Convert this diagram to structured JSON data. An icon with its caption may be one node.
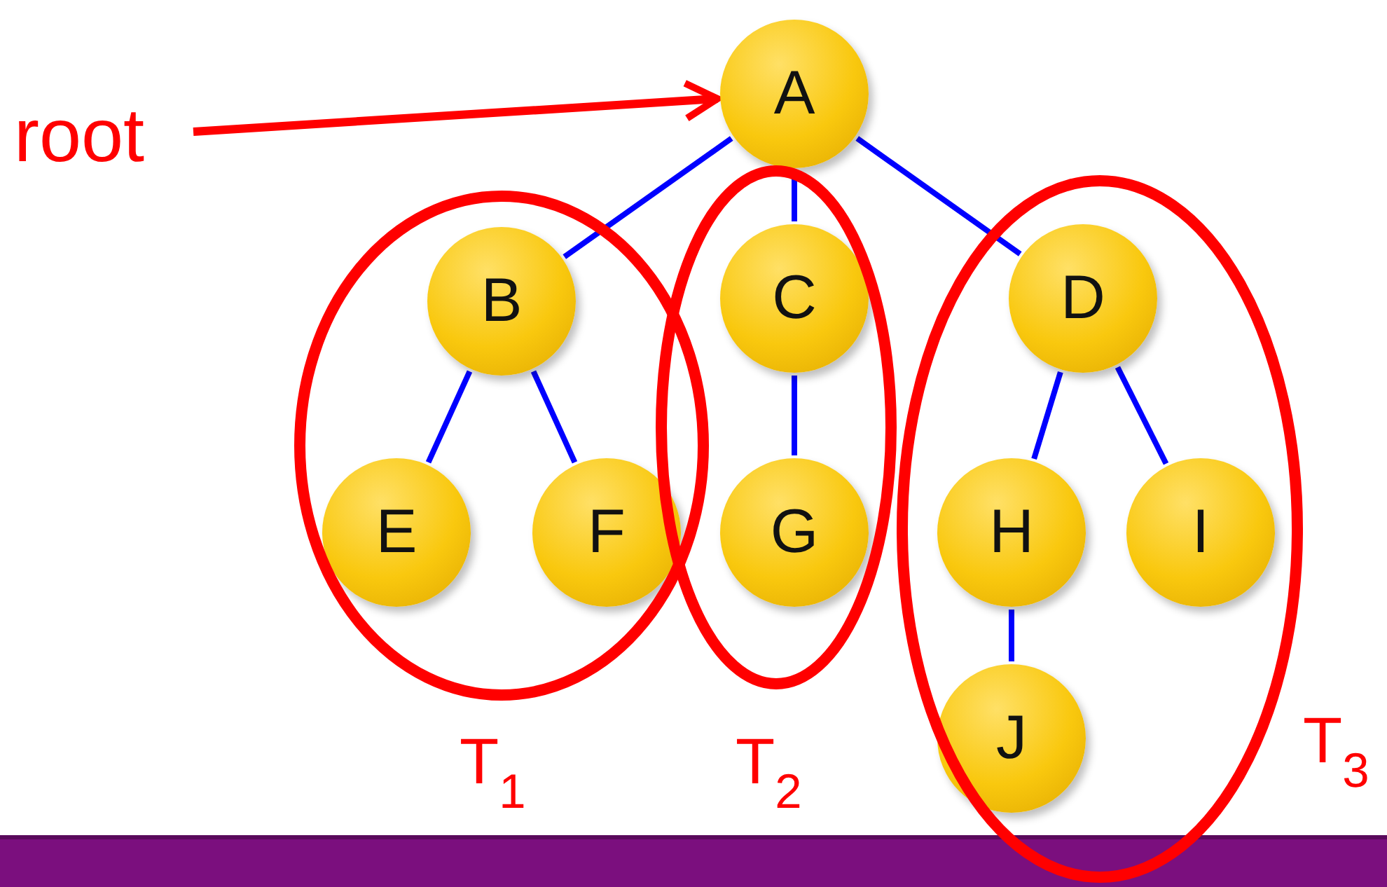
{
  "diagram": {
    "nodes": [
      {
        "text": [
          "root"
        ]
      },
      {
        "text": [
          "A"
        ]
      },
      {
        "text": [
          "T$_{1}$"
        ]
      },
      {
        "text": [
          "B"
        ],
        "in": 2
      },
      {
        "text": [
          "E"
        ],
        "in": 2
      },
      {
        "text": [
          "F"
        ],
        "in": 2
      },
      {
        "text": [
          "T$_{2}$"
        ]
      },
      {
        "text": [
          "C"
        ],
        "in": 6
      },
      {
        "text": [
          "G"
        ],
        "in": 6
      },
      {
        "text": [
          "T$_{3}$"
        ]
      },
      {
        "text": [
          "D"
        ],
        "in": 9
      },
      {
        "text": [
          "H"
        ],
        "in": 9
      },
      {
        "text": [
          "I"
        ],
        "in": 9
      },
      {
        "text": [
          "J"
        ],
        "in": 9
      }
    ],
    "edges": [
      {
        "from": 0,
        "to": 1,
        "arrow": "to",
        "color": "#ff0000"
      },
      {
        "from": 1,
        "to": 3,
        "arrow": "none"
      },
      {
        "from": 1,
        "to": 7,
        "arrow": "none"
      },
      {
        "from": 1,
        "to": 10,
        "arrow": "none"
      },
      {
        "from": 3,
        "to": 4,
        "arrow": "none"
      },
      {
        "from": 3,
        "to": 5,
        "arrow": "none"
      },
      {
        "from": 7,
        "to": 8,
        "arrow": "none"
      },
      {
        "from": 10,
        "to": 11,
        "arrow": "none"
      },
      {
        "from": 10,
        "to": 12,
        "arrow": "none"
      },
      {
        "from": 11,
        "to": 13,
        "arrow": "none"
      }
    ]
  }
}
